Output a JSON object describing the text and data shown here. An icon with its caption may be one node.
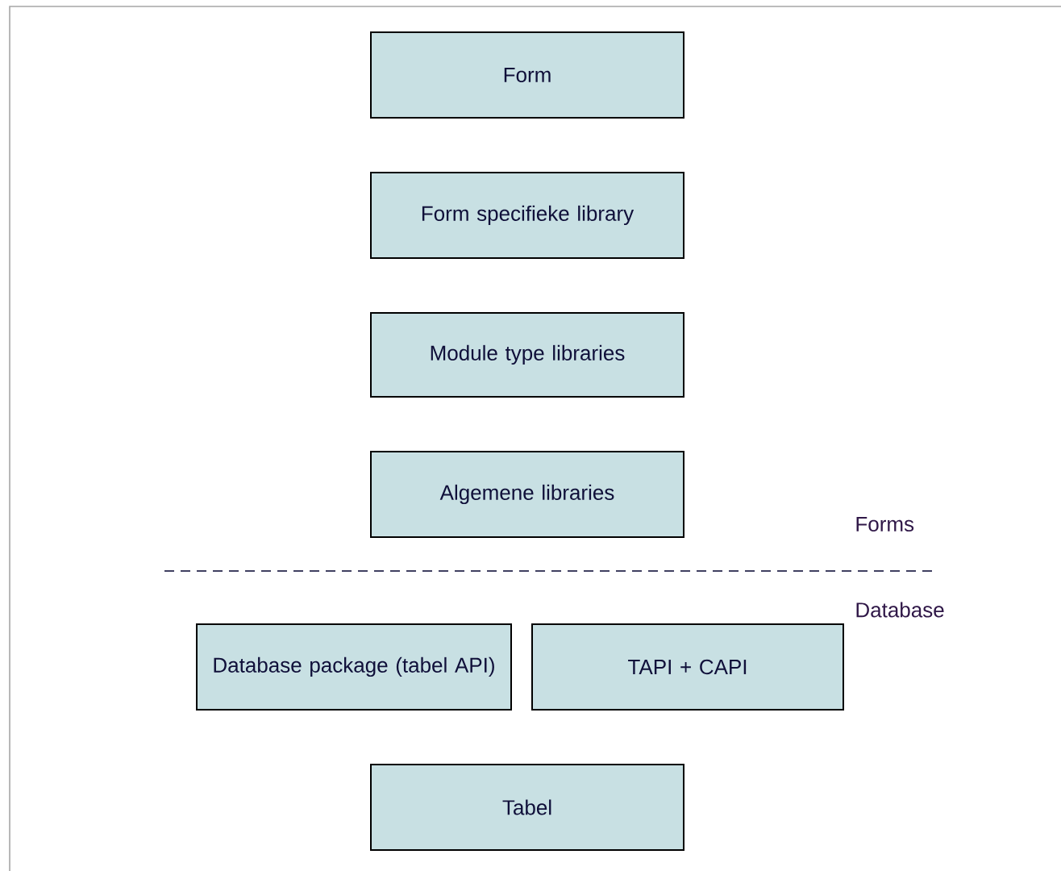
{
  "diagram": {
    "nodes": [
      {
        "text": [
          "Form"
        ]
      },
      {
        "text": [
          "Form specifieke library"
        ]
      },
      {
        "text": [
          "Module type libraries"
        ]
      },
      {
        "text": [
          "Algemene libraries"
        ]
      },
      {
        "text": [
          "Database package (tabel API)"
        ]
      },
      {
        "text": [
          "TAPI + CAPI"
        ]
      },
      {
        "text": [
          "Tabel"
        ]
      }
    ],
    "labels": [
      "Forms",
      "Database"
    ]
  }
}
